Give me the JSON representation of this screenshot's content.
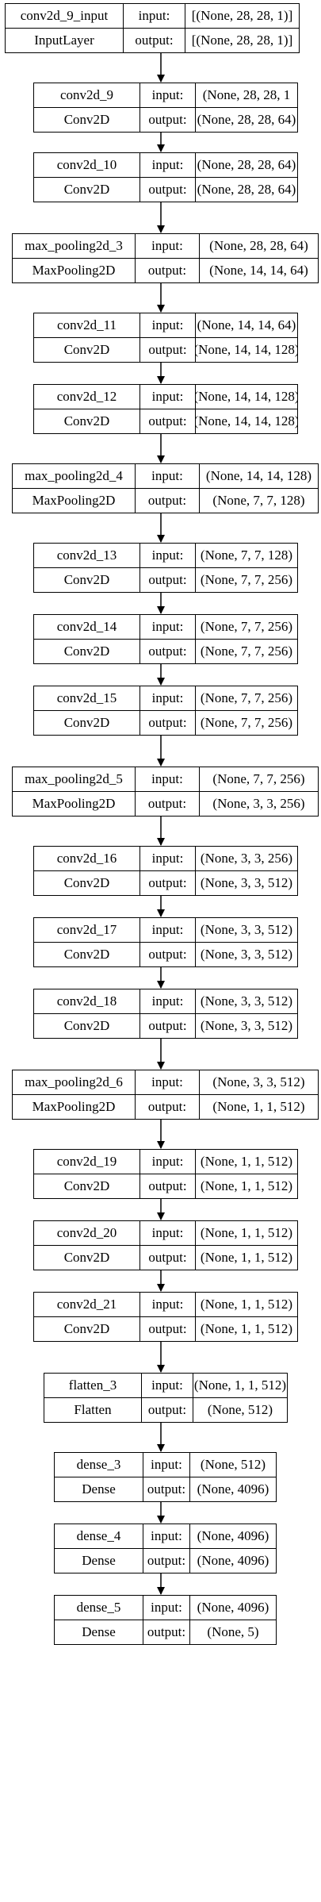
{
  "nodes": [
    {
      "name": "conv2d_9_input",
      "type": "InputLayer",
      "in": "[(None, 28, 28, 1)]",
      "out": "[(None, 28, 28, 1)]"
    },
    {
      "name": "conv2d_9",
      "type": "Conv2D",
      "in": "(None, 28, 28, 1",
      "out": "(None, 28, 28, 64)"
    },
    {
      "name": "conv2d_10",
      "type": "Conv2D",
      "in": "(None, 28, 28, 64)",
      "out": "(None, 28, 28, 64)"
    },
    {
      "name": "max_pooling2d_3",
      "type": "MaxPooling2D",
      "in": "(None, 28, 28, 64)",
      "out": "(None, 14, 14, 64)"
    },
    {
      "name": "conv2d_11",
      "type": "Conv2D",
      "in": "(None, 14, 14, 64)",
      "out": "(None, 14, 14, 128)"
    },
    {
      "name": "conv2d_12",
      "type": "Conv2D",
      "in": "(None, 14, 14, 128)",
      "out": "(None, 14, 14, 128)"
    },
    {
      "name": "max_pooling2d_4",
      "type": "MaxPooling2D",
      "in": "(None, 14, 14, 128)",
      "out": "(None, 7, 7, 128)"
    },
    {
      "name": "conv2d_13",
      "type": "Conv2D",
      "in": "(None, 7, 7, 128)",
      "out": "(None, 7, 7, 256)"
    },
    {
      "name": "conv2d_14",
      "type": "Conv2D",
      "in": "(None, 7, 7, 256)",
      "out": "(None, 7, 7, 256)"
    },
    {
      "name": "conv2d_15",
      "type": "Conv2D",
      "in": "(None, 7, 7, 256)",
      "out": "(None, 7, 7, 256)"
    },
    {
      "name": "max_pooling2d_5",
      "type": "MaxPooling2D",
      "in": "(None, 7, 7, 256)",
      "out": "(None, 3, 3, 256)"
    },
    {
      "name": "conv2d_16",
      "type": "Conv2D",
      "in": "(None, 3, 3, 256)",
      "out": "(None, 3, 3, 512)"
    },
    {
      "name": "conv2d_17",
      "type": "Conv2D",
      "in": "(None, 3, 3, 512)",
      "out": "(None, 3, 3, 512)"
    },
    {
      "name": "conv2d_18",
      "type": "Conv2D",
      "in": "(None, 3, 3, 512)",
      "out": "(None, 3, 3, 512)"
    },
    {
      "name": "max_pooling2d_6",
      "type": "MaxPooling2D",
      "in": "(None, 3, 3, 512)",
      "out": "(None, 1, 1, 512)"
    },
    {
      "name": "conv2d_19",
      "type": "Conv2D",
      "in": "(None, 1, 1, 512)",
      "out": "(None, 1, 1, 512)"
    },
    {
      "name": "conv2d_20",
      "type": "Conv2D",
      "in": "(None, 1, 1, 512)",
      "out": "(None, 1, 1, 512)"
    },
    {
      "name": "conv2d_21",
      "type": "Conv2D",
      "in": "(None, 1, 1, 512)",
      "out": "(None, 1, 1, 512)"
    },
    {
      "name": "flatten_3",
      "type": "Flatten",
      "in": "(None, 1, 1, 512)",
      "out": "(None, 512)"
    },
    {
      "name": "dense_3",
      "type": "Dense",
      "in": "(None, 512)",
      "out": "(None, 4096)"
    },
    {
      "name": "dense_4",
      "type": "Dense",
      "in": "(None, 4096)",
      "out": "(None, 4096)"
    },
    {
      "name": "dense_5",
      "type": "Dense",
      "in": "(None, 4096)",
      "out": "(None, 5)"
    }
  ],
  "labels": {
    "input": "input:",
    "output": "output:"
  }
}
